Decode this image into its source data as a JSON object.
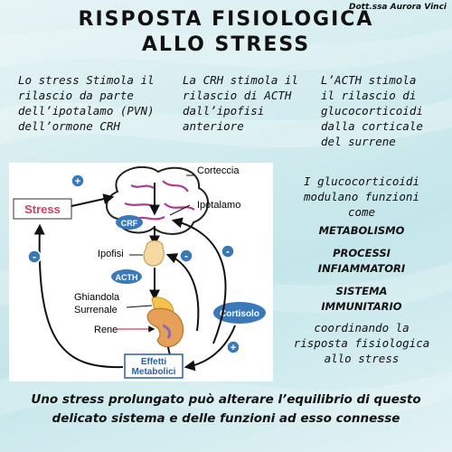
{
  "title": {
    "line1": "RISPOSTA FISIOLOGICA",
    "line2": "ALLO STRESS"
  },
  "author": "Dott.ssa Aurora Vinci",
  "columns": [
    {
      "lines": [
        "Lo stress Stimola il",
        "rilascio da parte",
        "dell’ipotalamo (PVN)",
        "dell’ormone CRH"
      ]
    },
    {
      "lines": [
        "La CRH stimola il",
        "rilascio di ACTH",
        "dall’ipofisi",
        "anteriore"
      ]
    },
    {
      "lines": [
        "L’ACTH stimola",
        "il rilascio di",
        "glucocorticoidi",
        "dalla corticale",
        "del surrene"
      ]
    }
  ],
  "diagram": {
    "labels": {
      "corteccia": "Corteccia",
      "ipotalamo": "Ipotalamo",
      "ipofisi": "Ipofisi",
      "ghiandola_line1": "Ghiandola",
      "ghiandola_line2": "Surrenale",
      "rene": "Rene",
      "stress": "Stress",
      "crf": "CRF",
      "acth": "ACTH",
      "cortisolo": "Cortisolo",
      "effetti_line1": "Effetti",
      "effetti_line2": "Metabolici"
    },
    "signs": {
      "plus": "+",
      "minus": "-"
    },
    "colors": {
      "badge": "#3a78b8",
      "stress": "#d2405f",
      "effetti": "#2b5ea8",
      "arrow": "#111111"
    }
  },
  "right_block": {
    "intro": [
      "I glucocorticoidi",
      "modulano funzioni",
      "come"
    ],
    "item1": "METABOLISMO",
    "item2": [
      "PROCESSI",
      "INFIAMMATORI"
    ],
    "item3": [
      "SISTEMA",
      "IMMUNITARIO"
    ],
    "outro": [
      "coordinando la",
      "risposta fisiologica",
      "allo stress"
    ]
  },
  "footer": [
    "Uno stress prolungato può alterare l’equilibrio di questo",
    "delicato sistema e delle funzioni ad esso connesse"
  ]
}
